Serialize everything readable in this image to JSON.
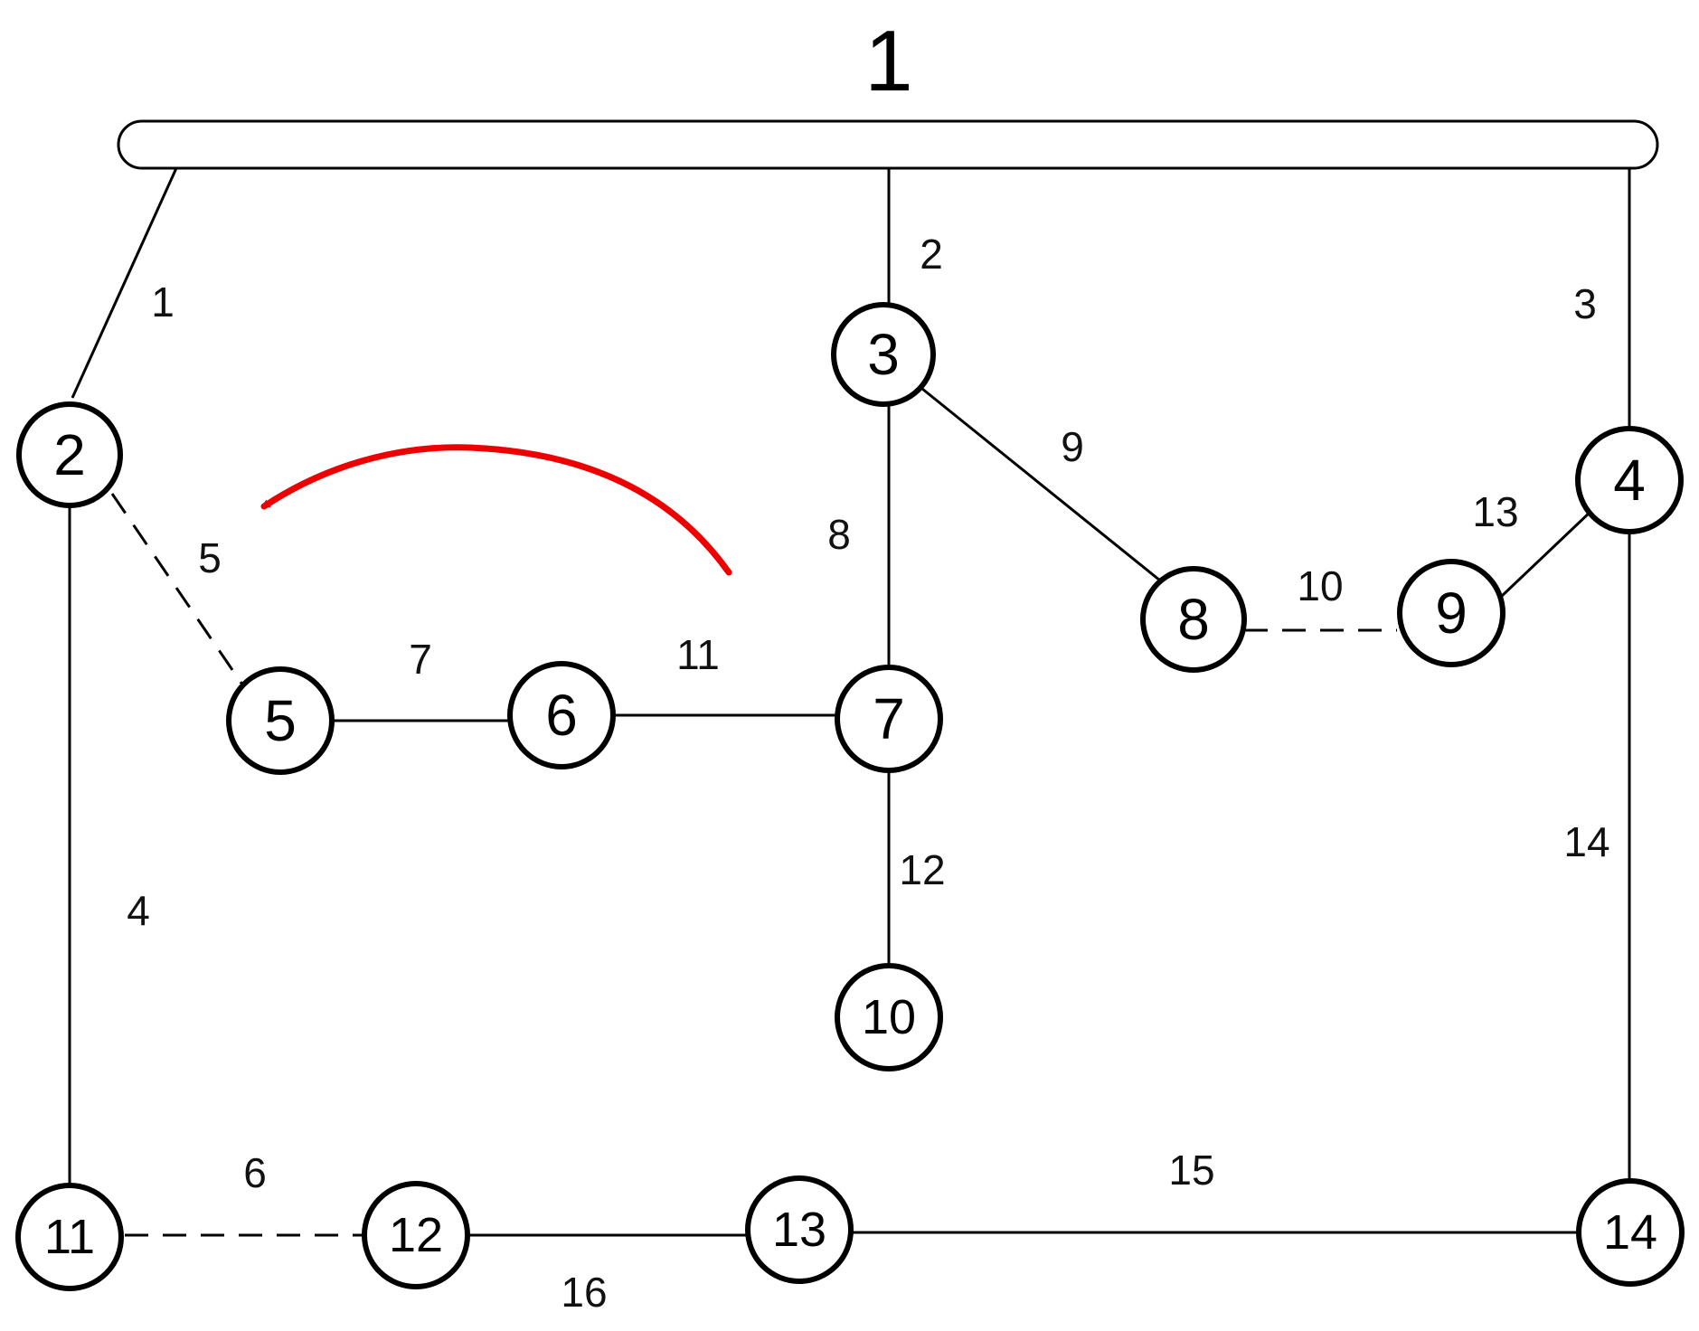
{
  "colors": {
    "line": "#000000",
    "arrow": "#ee0000",
    "background": "#ffffff"
  },
  "bus": {
    "label": "1"
  },
  "nodes": [
    {
      "id": "2",
      "label": "2"
    },
    {
      "id": "3",
      "label": "3"
    },
    {
      "id": "4",
      "label": "4"
    },
    {
      "id": "5",
      "label": "5"
    },
    {
      "id": "6",
      "label": "6"
    },
    {
      "id": "7",
      "label": "7"
    },
    {
      "id": "8",
      "label": "8"
    },
    {
      "id": "9",
      "label": "9"
    },
    {
      "id": "10",
      "label": "10"
    },
    {
      "id": "11",
      "label": "11"
    },
    {
      "id": "12",
      "label": "12"
    },
    {
      "id": "13",
      "label": "13"
    },
    {
      "id": "14",
      "label": "14"
    }
  ],
  "branches": [
    {
      "label": "1",
      "from": "1",
      "to": "2",
      "style": "solid"
    },
    {
      "label": "2",
      "from": "1",
      "to": "3",
      "style": "solid"
    },
    {
      "label": "3",
      "from": "1",
      "to": "4",
      "style": "solid"
    },
    {
      "label": "4",
      "from": "2",
      "to": "11",
      "style": "solid"
    },
    {
      "label": "5",
      "from": "2",
      "to": "5",
      "style": "dashed"
    },
    {
      "label": "6",
      "from": "11",
      "to": "12",
      "style": "dashed"
    },
    {
      "label": "7",
      "from": "5",
      "to": "6",
      "style": "solid"
    },
    {
      "label": "8",
      "from": "3",
      "to": "7",
      "style": "solid"
    },
    {
      "label": "9",
      "from": "3",
      "to": "8",
      "style": "solid"
    },
    {
      "label": "10",
      "from": "8",
      "to": "9",
      "style": "dashed"
    },
    {
      "label": "11",
      "from": "6",
      "to": "7",
      "style": "solid"
    },
    {
      "label": "12",
      "from": "7",
      "to": "10",
      "style": "solid"
    },
    {
      "label": "13",
      "from": "9",
      "to": "4",
      "style": "solid"
    },
    {
      "label": "14",
      "from": "4",
      "to": "14",
      "style": "solid"
    },
    {
      "label": "15",
      "from": "13",
      "to": "14",
      "style": "solid"
    },
    {
      "label": "16",
      "from": "12",
      "to": "13",
      "style": "solid"
    }
  ],
  "arrow": {
    "from_branch": "11",
    "to_branch": "5"
  }
}
